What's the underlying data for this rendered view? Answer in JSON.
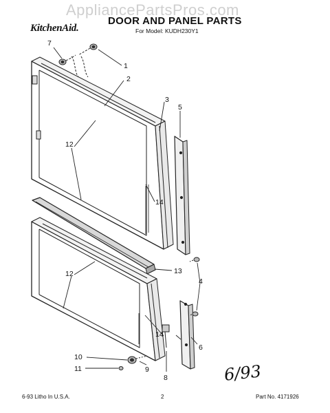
{
  "watermark": "AppliancePartsPros.com",
  "header": {
    "brand": "KitchenAid.",
    "title": "DOOR AND PANEL PARTS",
    "model": "For Model: KUDH230Y1"
  },
  "callouts": {
    "c1": "1",
    "c2": "2",
    "c3": "3",
    "c4": "4",
    "c5": "5",
    "c6": "6",
    "c7": "7",
    "c8": "8",
    "c9": "9",
    "c10": "10",
    "c11": "11",
    "c12a": "12",
    "c12b": "12",
    "c13": "13",
    "c14a": "14",
    "c14b": "14"
  },
  "handwritten_note": "6/93",
  "footer": {
    "left": "6-93  Litho In U.S.A.",
    "center": "2",
    "right": "Part No. 4171926"
  }
}
